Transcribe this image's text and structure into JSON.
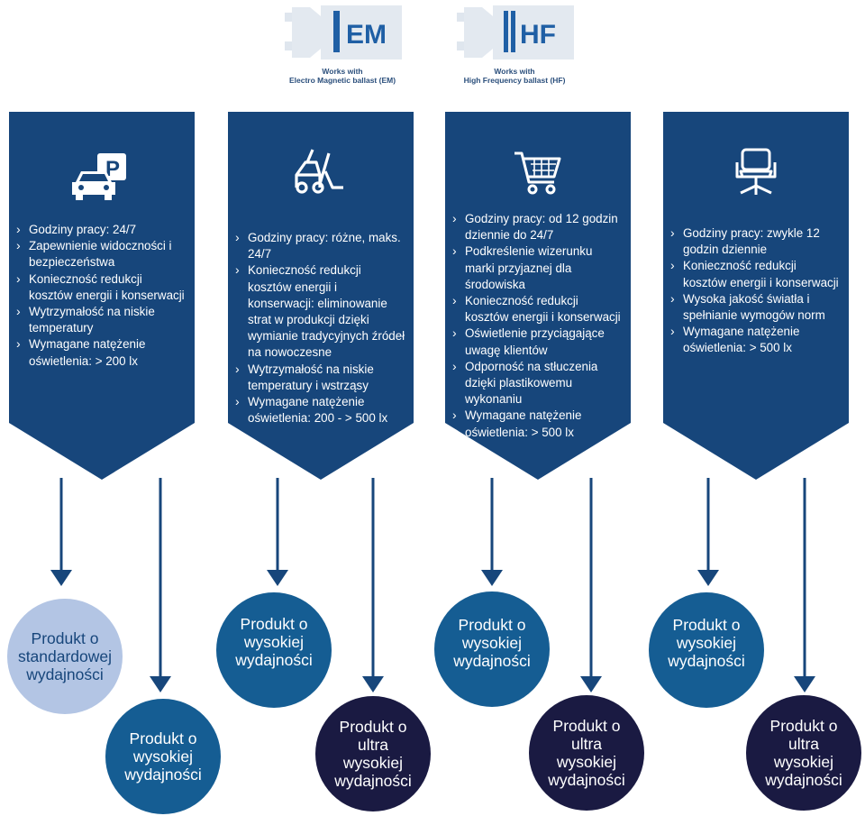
{
  "badges": [
    {
      "code": "EM",
      "caption_1": "Works with",
      "caption_2": "Electro Magnetic ballast (EM)"
    },
    {
      "code": "HF",
      "caption_1": "Works with",
      "caption_2": "High Frequency ballast (HF)"
    }
  ],
  "colors": {
    "card": "#17467b",
    "arrow": "#17467b",
    "light": "#b3c5e4",
    "medium": "#155d93",
    "dark": "#1a1a42",
    "badge_grey": "#dfe6ee",
    "badge_blue": "#1f5fa5"
  },
  "columns": [
    {
      "icon": "parking-car-icon",
      "items": [
        "Godziny pracy: 24/7",
        "Zapewnienie widoczności i bezpieczeństwa",
        "Konieczność redukcji kosztów energii i konserwacji",
        "Wytrzymałość na niskie temperatury",
        "Wymagane natężenie oświetlenia:  > 200 lx"
      ],
      "upper_product": "Produkt o standardowej wydajności",
      "lower_product": "Produkt o wysokiej wydajności"
    },
    {
      "icon": "forklift-icon",
      "items": [
        "Godziny pracy: różne, maks. 24/7",
        "Konieczność redukcji kosztów energii i konserwacji: eliminowanie strat w produkcji dzięki wymianie tradycyjnych źródeł na nowoczesne",
        "Wytrzymałość na niskie temperatury i wstrząsy",
        "Wymagane natężenie oświetlenia: 200 - > 500 lx"
      ],
      "upper_product": "Produkt o wysokiej wydajności",
      "lower_product": "Produkt o ultra wysokiej wydajności"
    },
    {
      "icon": "shopping-cart-icon",
      "items": [
        "Godziny pracy: od 12 godzin dziennie do 24/7",
        "Podkreślenie wizerunku marki przyjaznej dla środowiska",
        "Konieczność redukcji kosztów energii i konserwacji",
        "Oświetlenie przyciągające uwagę klientów",
        "Odporność na stłuczenia dzięki plastikowemu wykonaniu",
        "Wymagane natężenie oświetlenia: > 500 lx"
      ],
      "upper_product": "Produkt o wysokiej wydajności",
      "lower_product": "Produkt o ultra wysokiej wydajności"
    },
    {
      "icon": "office-chair-icon",
      "items": [
        "Godziny pracy: zwykle 12 godzin dziennie",
        "Konieczność redukcji kosztów energii i konserwacji",
        "Wysoka jakość światła i spełnianie wymogów norm",
        "Wymagane natężenie oświetlenia: > 500 lx"
      ],
      "upper_product": "Produkt o wysokiej wydajności",
      "lower_product": "Produkt o ultra wysokiej wydajności"
    }
  ]
}
